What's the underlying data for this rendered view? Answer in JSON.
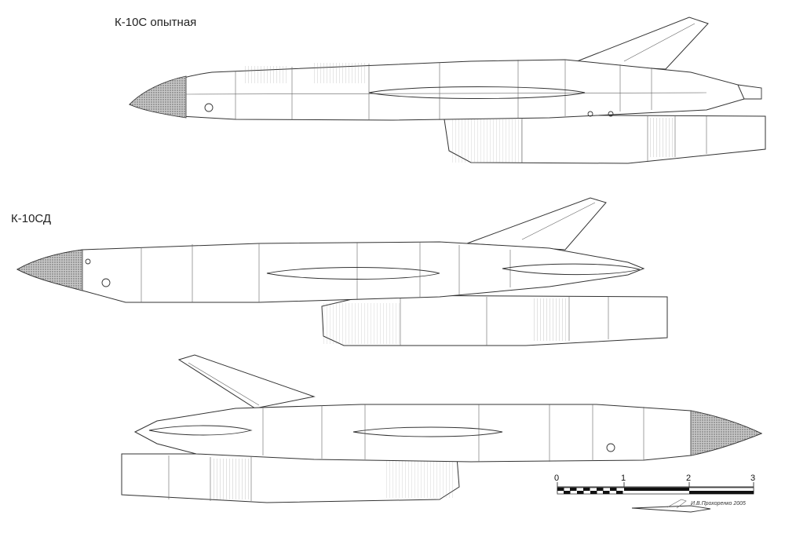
{
  "labels": {
    "top_variant": "К-10С опытная",
    "mid_variant": "К-10СД"
  },
  "scale_bar": {
    "ticks": [
      "0",
      "1",
      "2",
      "3"
    ]
  },
  "credit": "И.В.Прохоренко 2005",
  "colors": {
    "line": "#333333",
    "background": "#ffffff",
    "nose_fill": "#9a9a9a"
  }
}
